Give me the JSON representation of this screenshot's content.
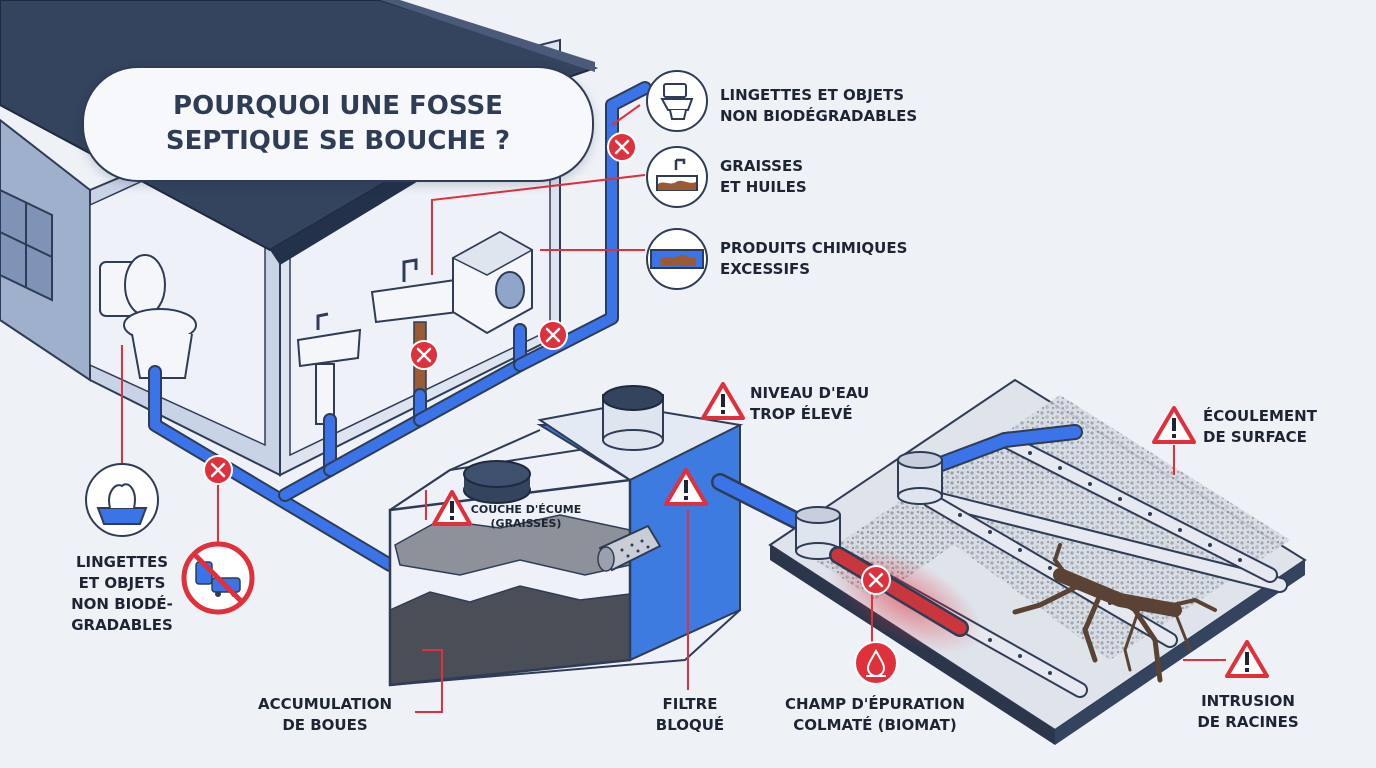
{
  "title": "POURQUOI UNE FOSSE\nSEPTIQUE SE BOUCHE ?",
  "labels": {
    "wipes_top": "LINGETTES ET OBJETS\nNON BIODÉGRADABLES",
    "grease": "GRAISSES\nET HUILES",
    "chemicals": "PRODUITS CHIMIQUES\nEXCESSIFS",
    "water_level": "NIVEAU D'EAU\nTROP ÉLEVÉ",
    "scum_layer": "COUCHE D'ÉCUME\n(GRAISSES)",
    "surface_runoff": "ÉCOULEMENT\nDE SURFACE",
    "wipes_left": "LINGETTES\nET OBJETS\nNON BIODÉ-\nGRADABLES",
    "sludge": "ACCUMULATION\nDE BOUES",
    "filter": "FILTRE\nBLOQUÉ",
    "drain_field": "CHAMP D'ÉPURATION\nCOLMATÉ (BIOMAT)",
    "roots": "INTRUSION\nDE RACINES"
  },
  "icons": [
    "toilet-icon",
    "sink-grease-icon",
    "chemical-pipe-icon",
    "wipes-box-icon",
    "prohibited-objects-icon",
    "warning-icon",
    "blocked-icon",
    "water-drop-icon"
  ],
  "colors": {
    "pipe": "#3b74e8",
    "outline": "#2e3d55",
    "house_wall": "#c9d3e6",
    "roof": "#34435e",
    "alert_red": "#e0303b",
    "clog_red": "#c9363e",
    "sludge": "#4a4e57",
    "scum": "#8d9199",
    "water": "#3d7be0",
    "gravel": "#c8cdd6",
    "root": "#5a4334",
    "background": "#eef2f7"
  }
}
